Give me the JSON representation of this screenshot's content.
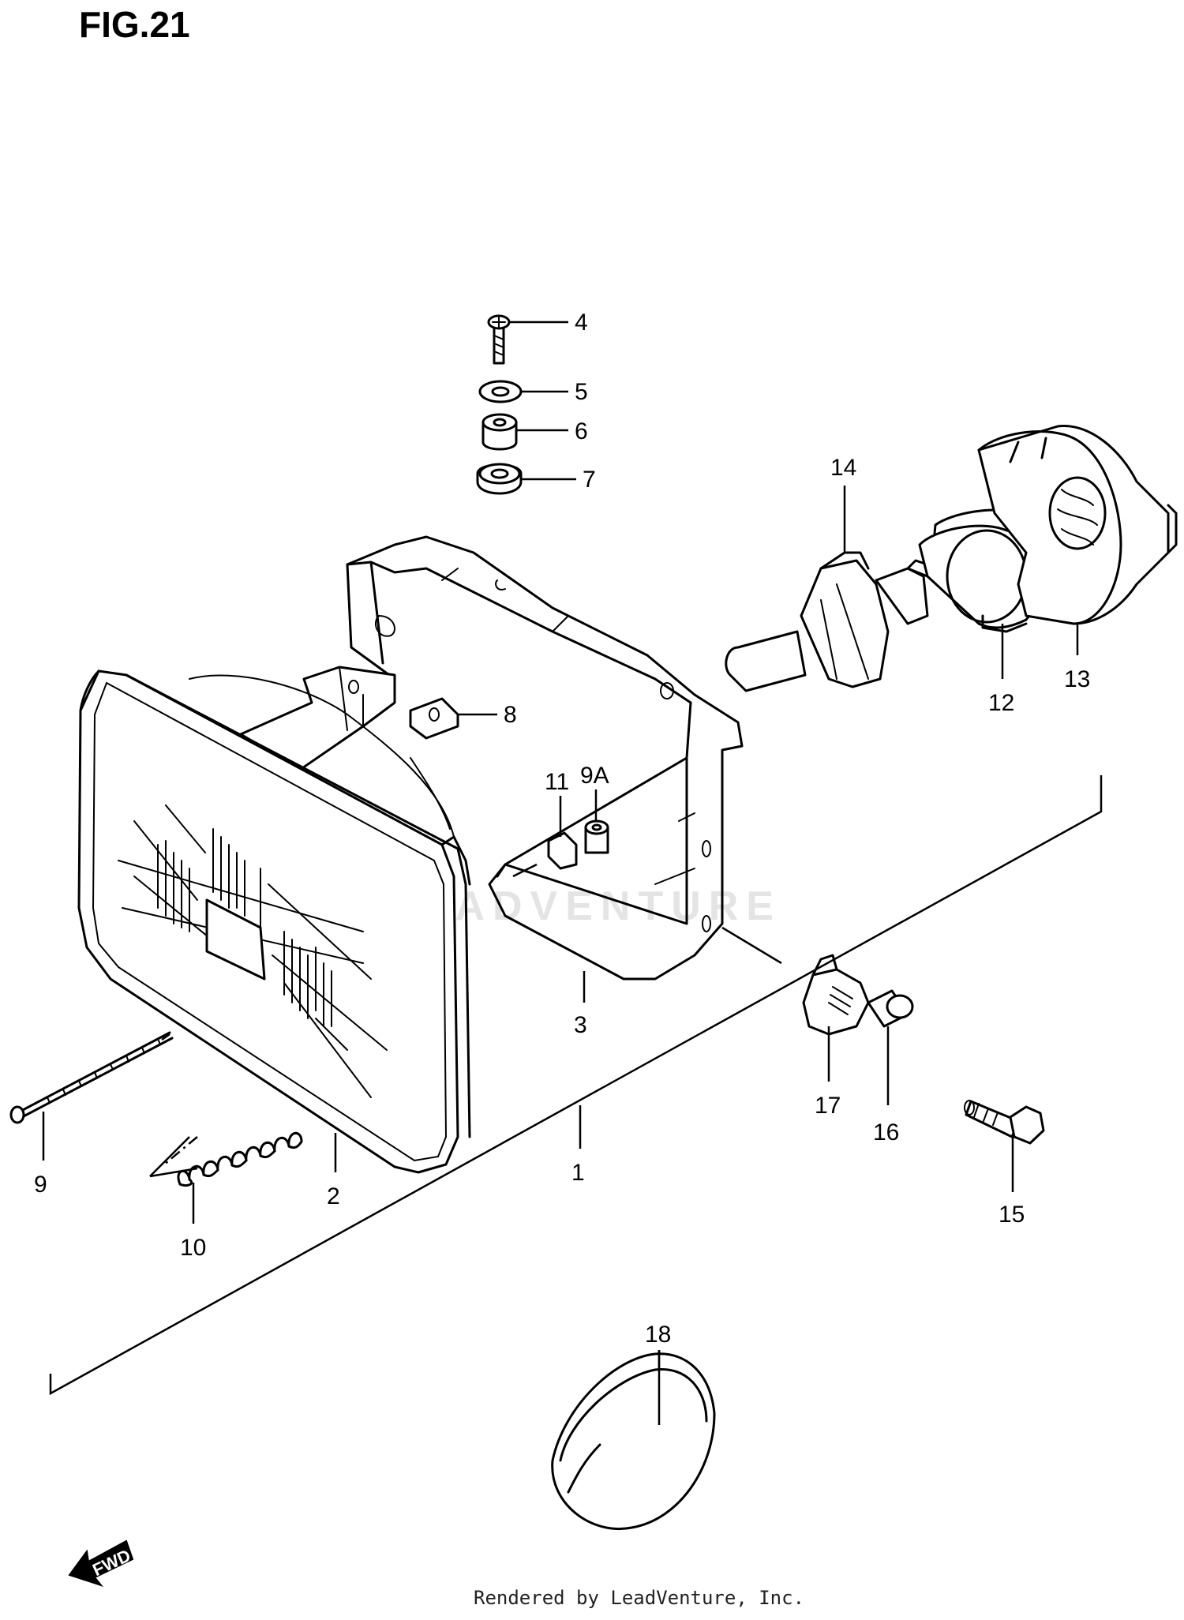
{
  "figure": {
    "title": "FIG.21"
  },
  "watermark": {
    "text": "LEADVENTURE"
  },
  "footer": {
    "text": "Rendered by LeadVenture, Inc."
  },
  "direction_arrow": {
    "label": "FWD"
  },
  "callouts": [
    {
      "id": "4",
      "label": "4"
    },
    {
      "id": "5",
      "label": "5"
    },
    {
      "id": "6",
      "label": "6"
    },
    {
      "id": "7",
      "label": "7"
    },
    {
      "id": "14",
      "label": "14"
    },
    {
      "id": "8",
      "label": "8"
    },
    {
      "id": "13",
      "label": "13"
    },
    {
      "id": "12",
      "label": "12"
    },
    {
      "id": "11",
      "label": "11"
    },
    {
      "id": "9A",
      "label": "9A"
    },
    {
      "id": "3",
      "label": "3"
    },
    {
      "id": "17",
      "label": "17"
    },
    {
      "id": "16",
      "label": "16"
    },
    {
      "id": "9",
      "label": "9"
    },
    {
      "id": "1",
      "label": "1"
    },
    {
      "id": "2",
      "label": "2"
    },
    {
      "id": "15",
      "label": "15"
    },
    {
      "id": "10",
      "label": "10"
    },
    {
      "id": "18",
      "label": "18"
    }
  ]
}
